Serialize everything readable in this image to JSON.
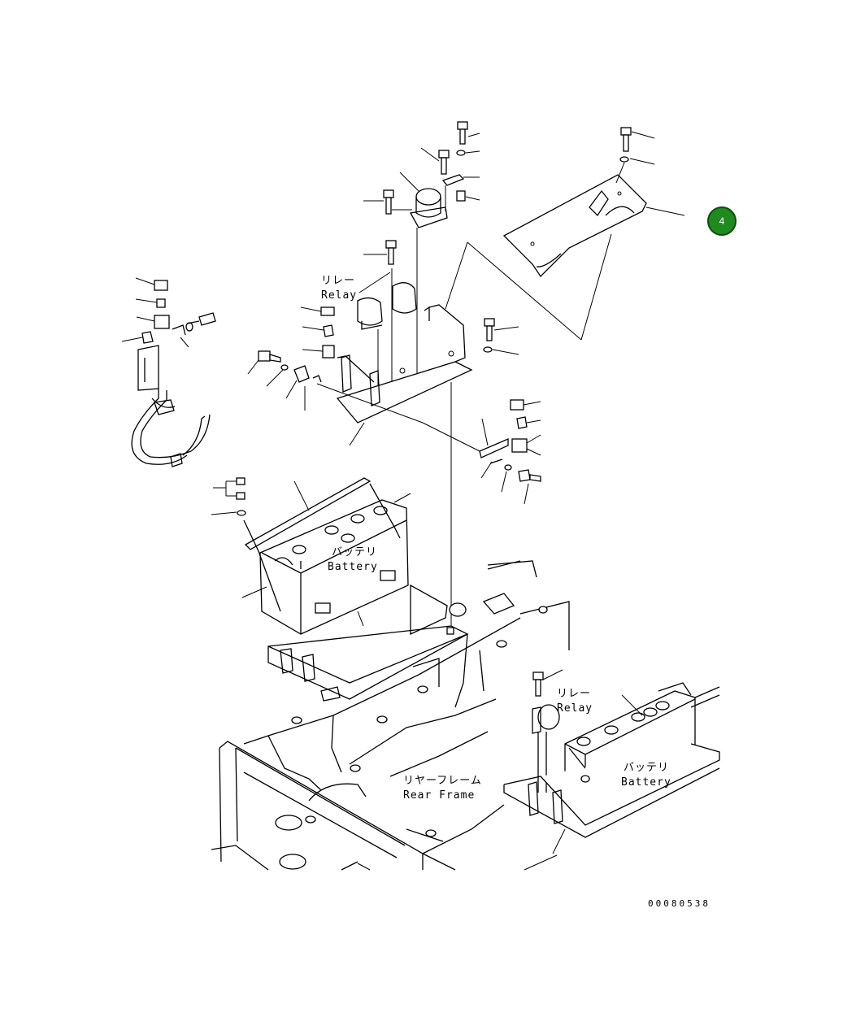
{
  "callout": {
    "number": "4",
    "color": "#1f8a1f"
  },
  "labels": {
    "relay_top_jp": "リレー",
    "relay_top_en": "Relay",
    "battery_mid_jp": "バッテリ",
    "battery_mid_en": "Battery",
    "relay_right_jp": "リレー",
    "relay_right_en": "Relay",
    "battery_right_jp": "バッテリ",
    "battery_right_en": "Battery",
    "rear_frame_jp": "リヤーフレーム",
    "rear_frame_en": "Rear Frame"
  },
  "document_number": "00080538"
}
